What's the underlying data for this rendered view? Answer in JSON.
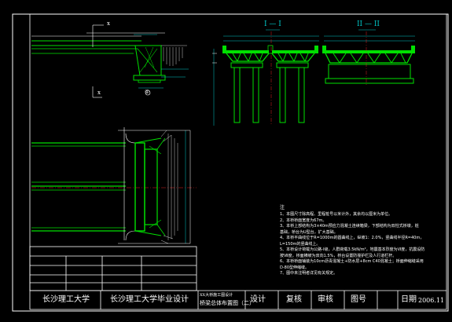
{
  "title_block": {
    "school": "长沙理工大学",
    "project": "长沙理工大学毕业设计",
    "design": "设计",
    "review": "复核",
    "audit": "审核",
    "drawing_no": "图号",
    "date_label": "日期",
    "date_value": "2006.11",
    "drawing_title_line1": "XX大桥施工图设计",
    "drawing_title_line2": "桥梁总体布置图（二）"
  },
  "sections": {
    "section_1": "I — I",
    "section_2": "II — II"
  },
  "plan": {
    "mark_x_top": "x",
    "mark_x_bottom": "x",
    "detail_circle": "①"
  },
  "notes": {
    "title": "注",
    "items": [
      "1、本图尺寸除高程、里程桩号以米计外，其余均以厘米为单位。",
      "2、本桥桥面宽度为67m。",
      "3、本桥上部结构为3×40m预应力混凝土连续箱梁，下部结构为双柱式桥墩，桩",
      "   基础，桥台为U型台，扩大基础。",
      "4、本桥平曲线位于R=1000m的圆曲线上，纵坡1：2.0%，竖曲线半径R=40m，",
      "   L=150m的竖曲线上。",
      "5、本桥设计荷载为公路-I级，人群荷载3.5kN/m²，地震基本烈度为Ⅵ度，抗震设防",
      "   按Ⅶ度，桥面横坡为双向1.5%，桥台设置防撞护栏及人行道栏杆。",
      "6、本桥桥面铺装为10cm沥青混凝土+防水层+8cm C40混凝土；桥面伸缩缝采用",
      "   D-80型伸缩缝。",
      "7、图中未注明者详见有关规定。"
    ]
  },
  "colors": {
    "frame": "#ffffff",
    "structure": "#00e000",
    "dimension": "#00c8c8",
    "axis": "#e02020",
    "background": "#000000"
  }
}
